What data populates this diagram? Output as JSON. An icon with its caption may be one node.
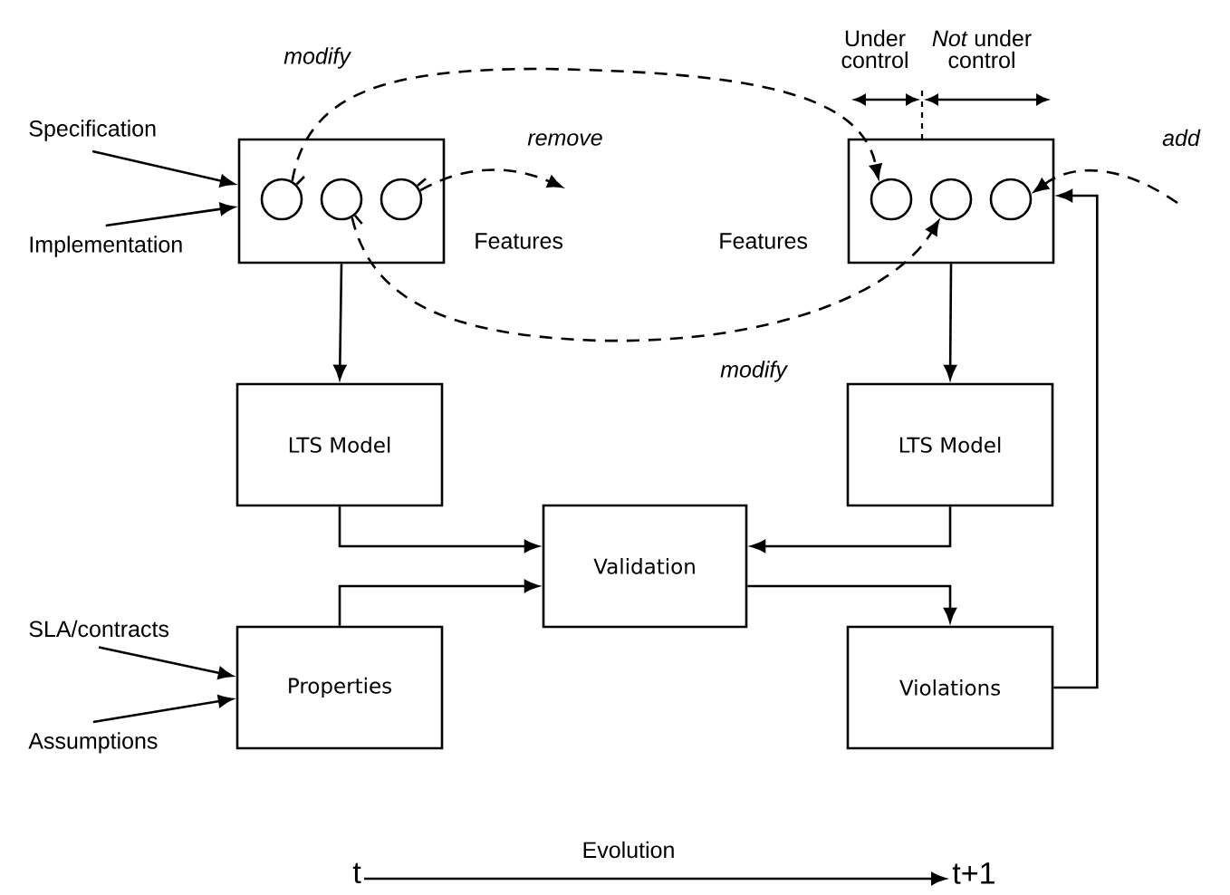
{
  "diagram": {
    "nodes": [
      {
        "text": [],
        "shape": "box",
        "beside": [
          "Features"
        ]
      },
      {
        "text": [],
        "shape": "box",
        "beside": [
          "Features"
        ]
      },
      {
        "text": [
          "LTS Model"
        ]
      },
      {
        "text": [
          "LTS Model"
        ]
      },
      {
        "text": [
          "Validation"
        ]
      },
      {
        "text": [
          "Properties"
        ]
      },
      {
        "text": [
          "Violations"
        ]
      },
      {
        "text": [
          "Specification"
        ]
      },
      {
        "text": [
          "Implementation"
        ]
      },
      {
        "text": [
          "SLA/contracts"
        ]
      },
      {
        "text": [
          "Assumptions"
        ]
      },
      {
        "text": [
          "t"
        ]
      },
      {
        "text": [
          "t+1"
        ]
      },
      {
        "text": [],
        "shape": "circle",
        "in": 0
      },
      {
        "text": [],
        "shape": "circle",
        "in": 0
      },
      {
        "text": [],
        "shape": "circle",
        "in": 0
      },
      {
        "text": [],
        "shape": "circle",
        "in": 1
      },
      {
        "text": [],
        "shape": "circle",
        "in": 1
      },
      {
        "text": [],
        "shape": "circle",
        "in": 1
      }
    ],
    "edges": [
      {
        "from": 7,
        "to": 0,
        "arrow": "to"
      },
      {
        "from": 8,
        "to": 0,
        "arrow": "to"
      },
      {
        "from": 0,
        "to": 2,
        "arrow": "to"
      },
      {
        "from": 1,
        "to": 3,
        "arrow": "to"
      },
      {
        "from": 2,
        "to": 4,
        "arrow": "to"
      },
      {
        "from": 3,
        "to": 4,
        "arrow": "to"
      },
      {
        "from": 5,
        "to": 4,
        "arrow": "to"
      },
      {
        "from": 4,
        "to": 6,
        "arrow": "to"
      },
      {
        "from": 6,
        "to": 1,
        "arrow": "to"
      },
      {
        "from": 9,
        "to": 5,
        "arrow": "to"
      },
      {
        "from": 10,
        "to": 5,
        "arrow": "to"
      },
      {
        "from": 11,
        "to": 12,
        "arrow": "to",
        "label": "Evolution"
      },
      {
        "from": 13,
        "to": 16,
        "arrow": "to",
        "style": "dashed",
        "label": "modify"
      },
      {
        "from": 14,
        "to": 17,
        "arrow": "to",
        "style": "dashed",
        "label": "modify"
      },
      {
        "from": 15,
        "to": null,
        "arrow": "to",
        "style": "dashed",
        "label": "remove"
      },
      {
        "from": null,
        "to": 18,
        "arrow": "to",
        "style": "dashed",
        "label": "add"
      }
    ],
    "labels": [
      "Under control",
      "*Not* under control"
    ]
  }
}
